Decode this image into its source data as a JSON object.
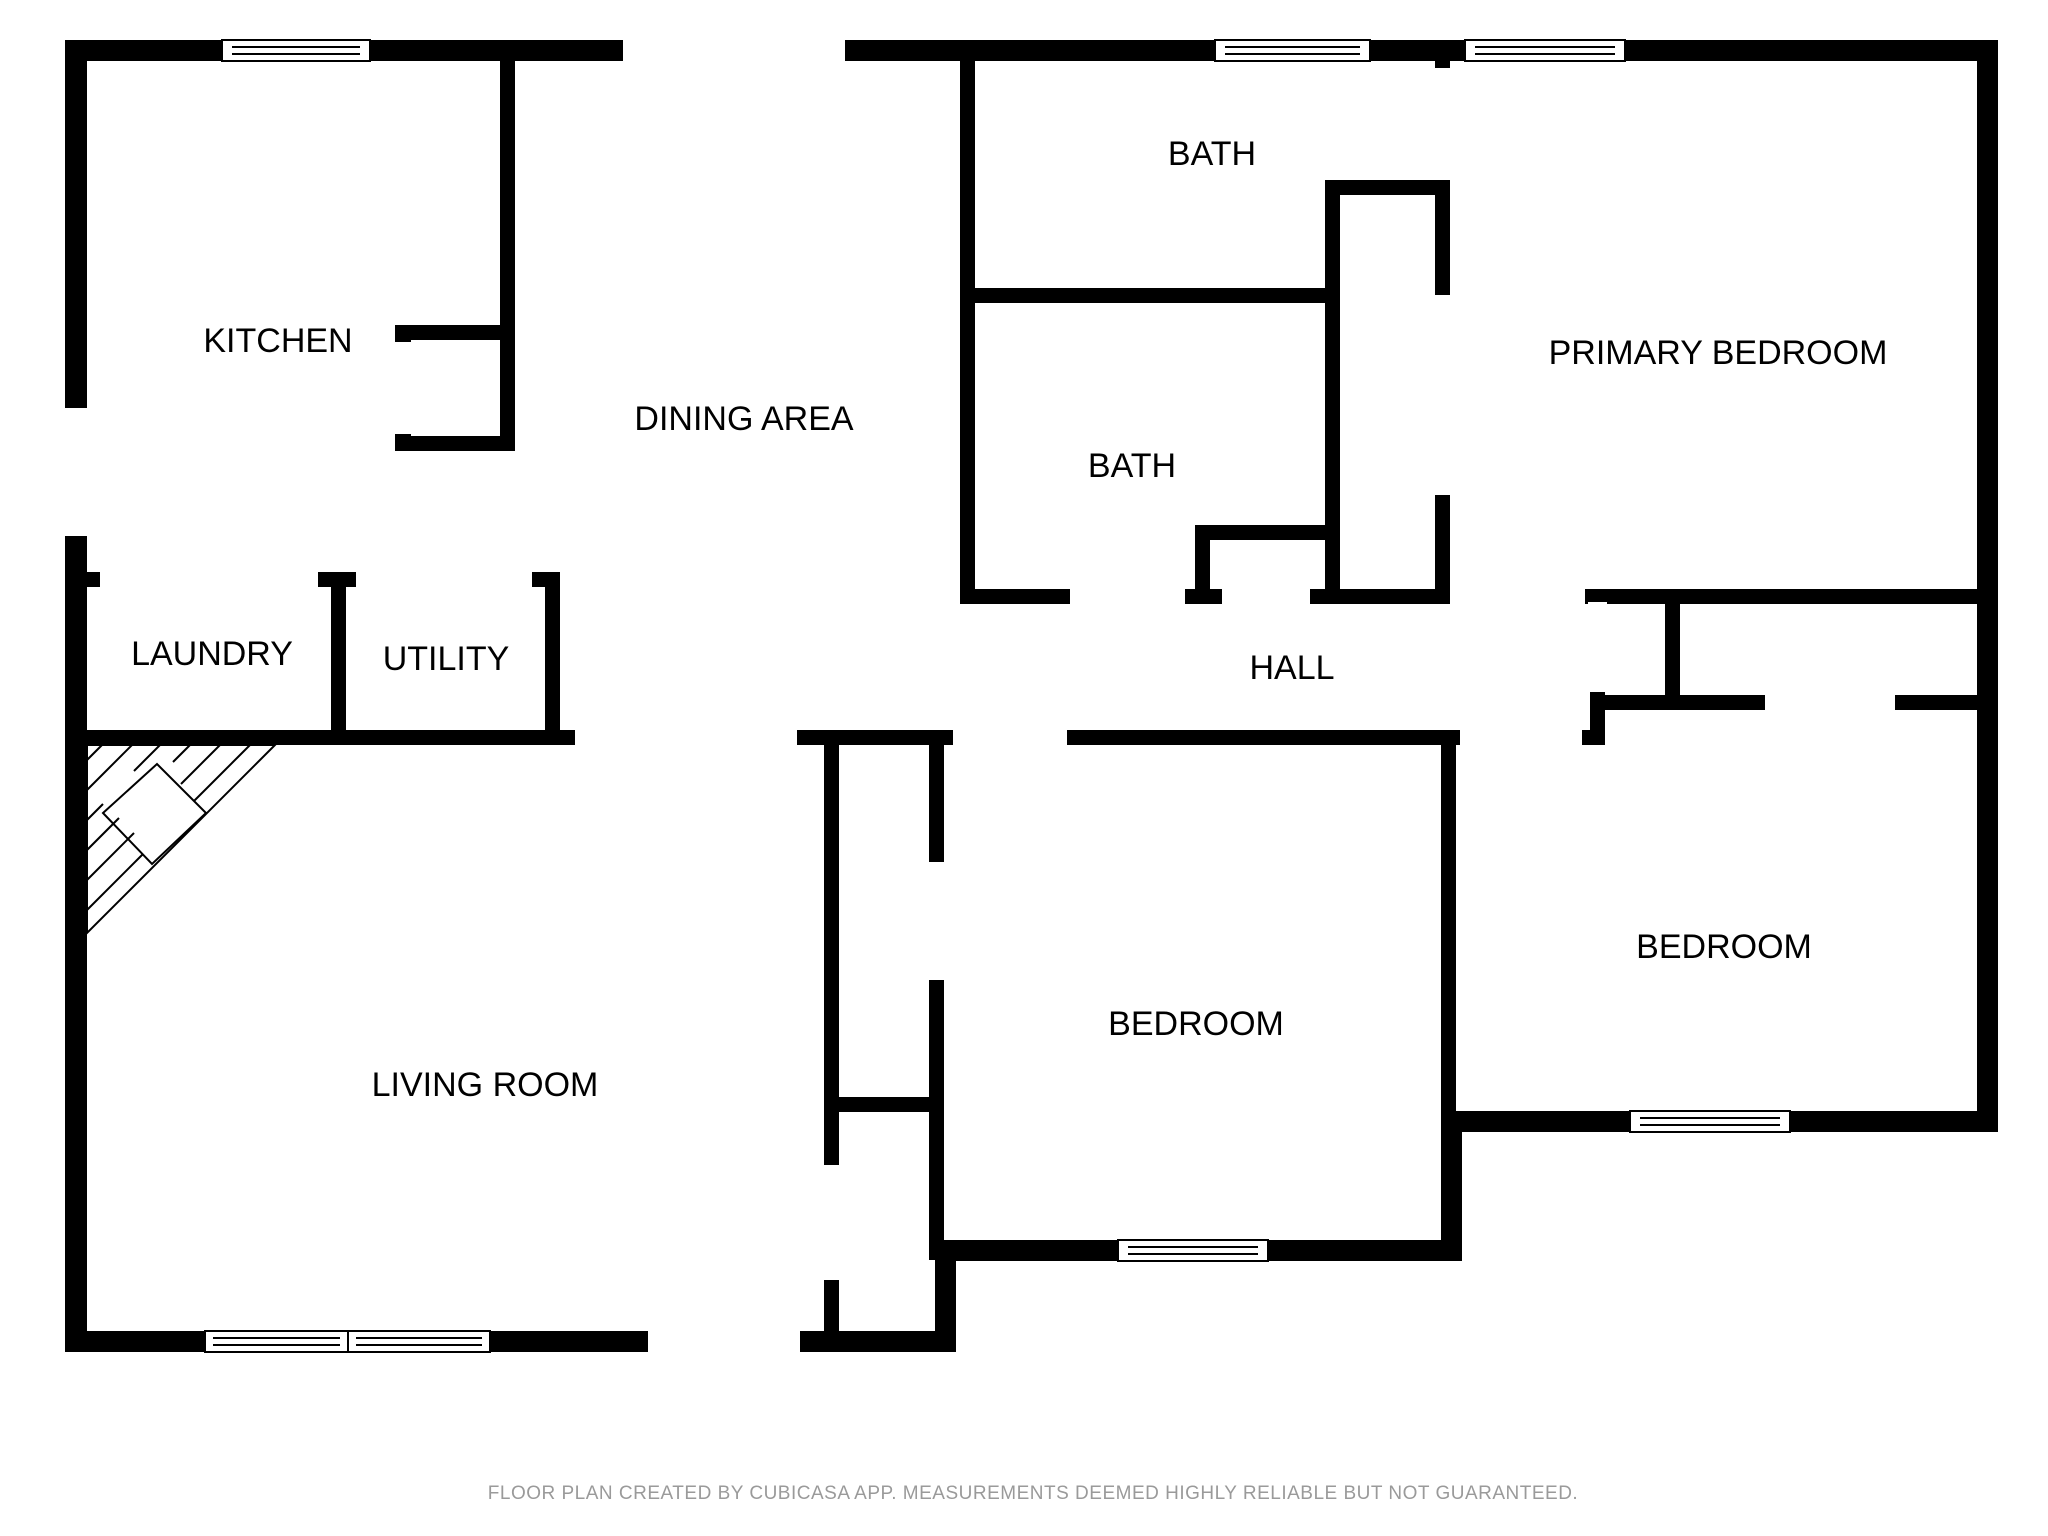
{
  "rooms": {
    "kitchen": "KITCHEN",
    "dining_area": "DINING AREA",
    "bath_upper": "BATH",
    "bath_lower": "BATH",
    "primary_bedroom": "PRIMARY BEDROOM",
    "laundry": "LAUNDRY",
    "utility": "UTILITY",
    "hall": "HALL",
    "living_room": "LIVING ROOM",
    "bedroom_center": "BEDROOM",
    "bedroom_right": "BEDROOM"
  },
  "footer": "FLOOR PLAN CREATED BY CUBICASA APP. MEASUREMENTS DEEMED HIGHLY RELIABLE BUT NOT GUARANTEED."
}
